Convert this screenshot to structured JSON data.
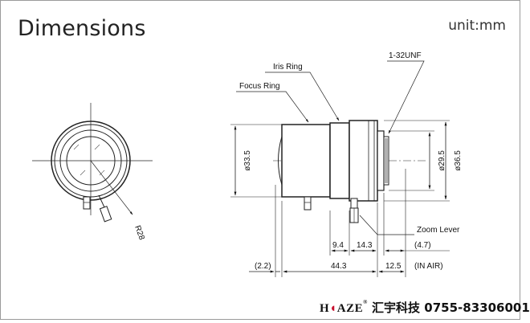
{
  "title": "Dimensions",
  "unit": "unit:mm",
  "labels": {
    "iris_ring": "Iris Ring",
    "focus_ring": "Focus Ring",
    "thread": "1-32UNF",
    "zoom_lever": "Zoom Lever",
    "in_air": "(IN AIR)"
  },
  "dimensions": {
    "body_diameter": "ø33.5",
    "flange_diameter": "ø29.5",
    "mount_diameter": "ø36.5",
    "radius": "R28",
    "len_9_4": "9.4",
    "len_14_3": "14.3",
    "len_4_7": "(4.7)",
    "len_2_2": "(2.2)",
    "len_44_3": "44.3",
    "len_12_5": "12.5"
  },
  "footer": {
    "logo_h": "H",
    "logo_o": "◖",
    "logo_rest": "AZE",
    "trademark": "®",
    "company": "汇宇科技",
    "phone": "0755-83306001"
  }
}
